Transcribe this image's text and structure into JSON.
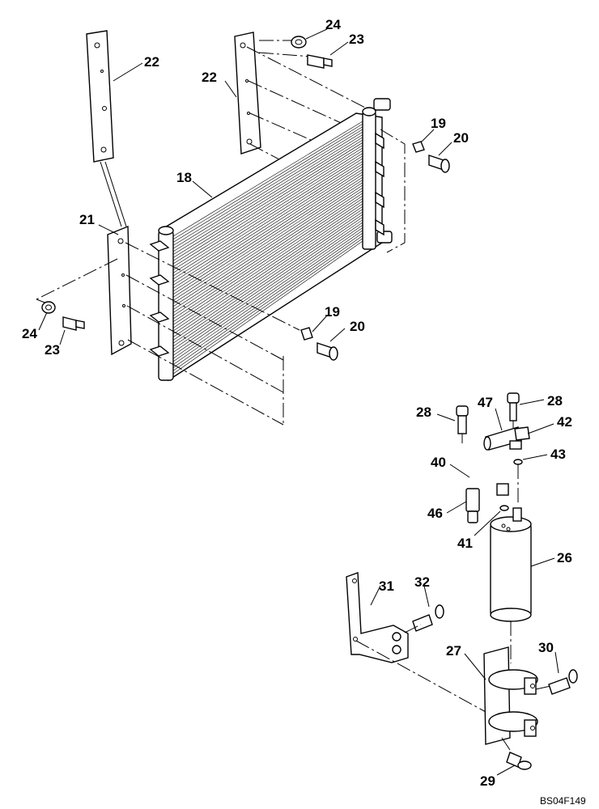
{
  "drawing_code": "BS04F149",
  "callouts": {
    "c24a": "24",
    "c23a": "23",
    "c22a": "22",
    "c22b": "22",
    "c19a": "19",
    "c20a": "20",
    "c18": "18",
    "c21": "21",
    "c24b": "24",
    "c23b": "23",
    "c19b": "19",
    "c20b": "20",
    "c28a": "28",
    "c47": "47",
    "c28b": "28",
    "c42": "42",
    "c43": "43",
    "c40": "40",
    "c46": "46",
    "c41": "41",
    "c26": "26",
    "c31": "31",
    "c32": "32",
    "c27": "27",
    "c30": "30",
    "c29": "29"
  }
}
